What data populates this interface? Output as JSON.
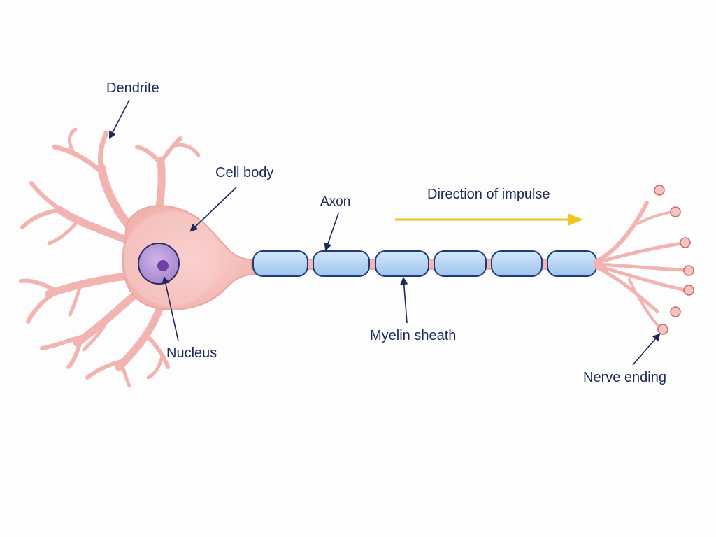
{
  "labels": {
    "dendrite": "Dendrite",
    "cell_body": "Cell body",
    "axon": "Axon",
    "direction": "Direction of impulse",
    "nucleus": "Nucleus",
    "myelin": "Myelin sheath",
    "nerve_ending": "Nerve ending"
  },
  "colors": {
    "membrane": "#f3b9b6",
    "membrane_stroke": "#e59b98",
    "nucleus": "#b59ad6",
    "nucleolus": "#6f3fa3",
    "myelin": "#bcd9f4",
    "myelin_stroke": "#1f3a78",
    "arrow": "#f2c51d",
    "ink": "#1c2a5a"
  }
}
